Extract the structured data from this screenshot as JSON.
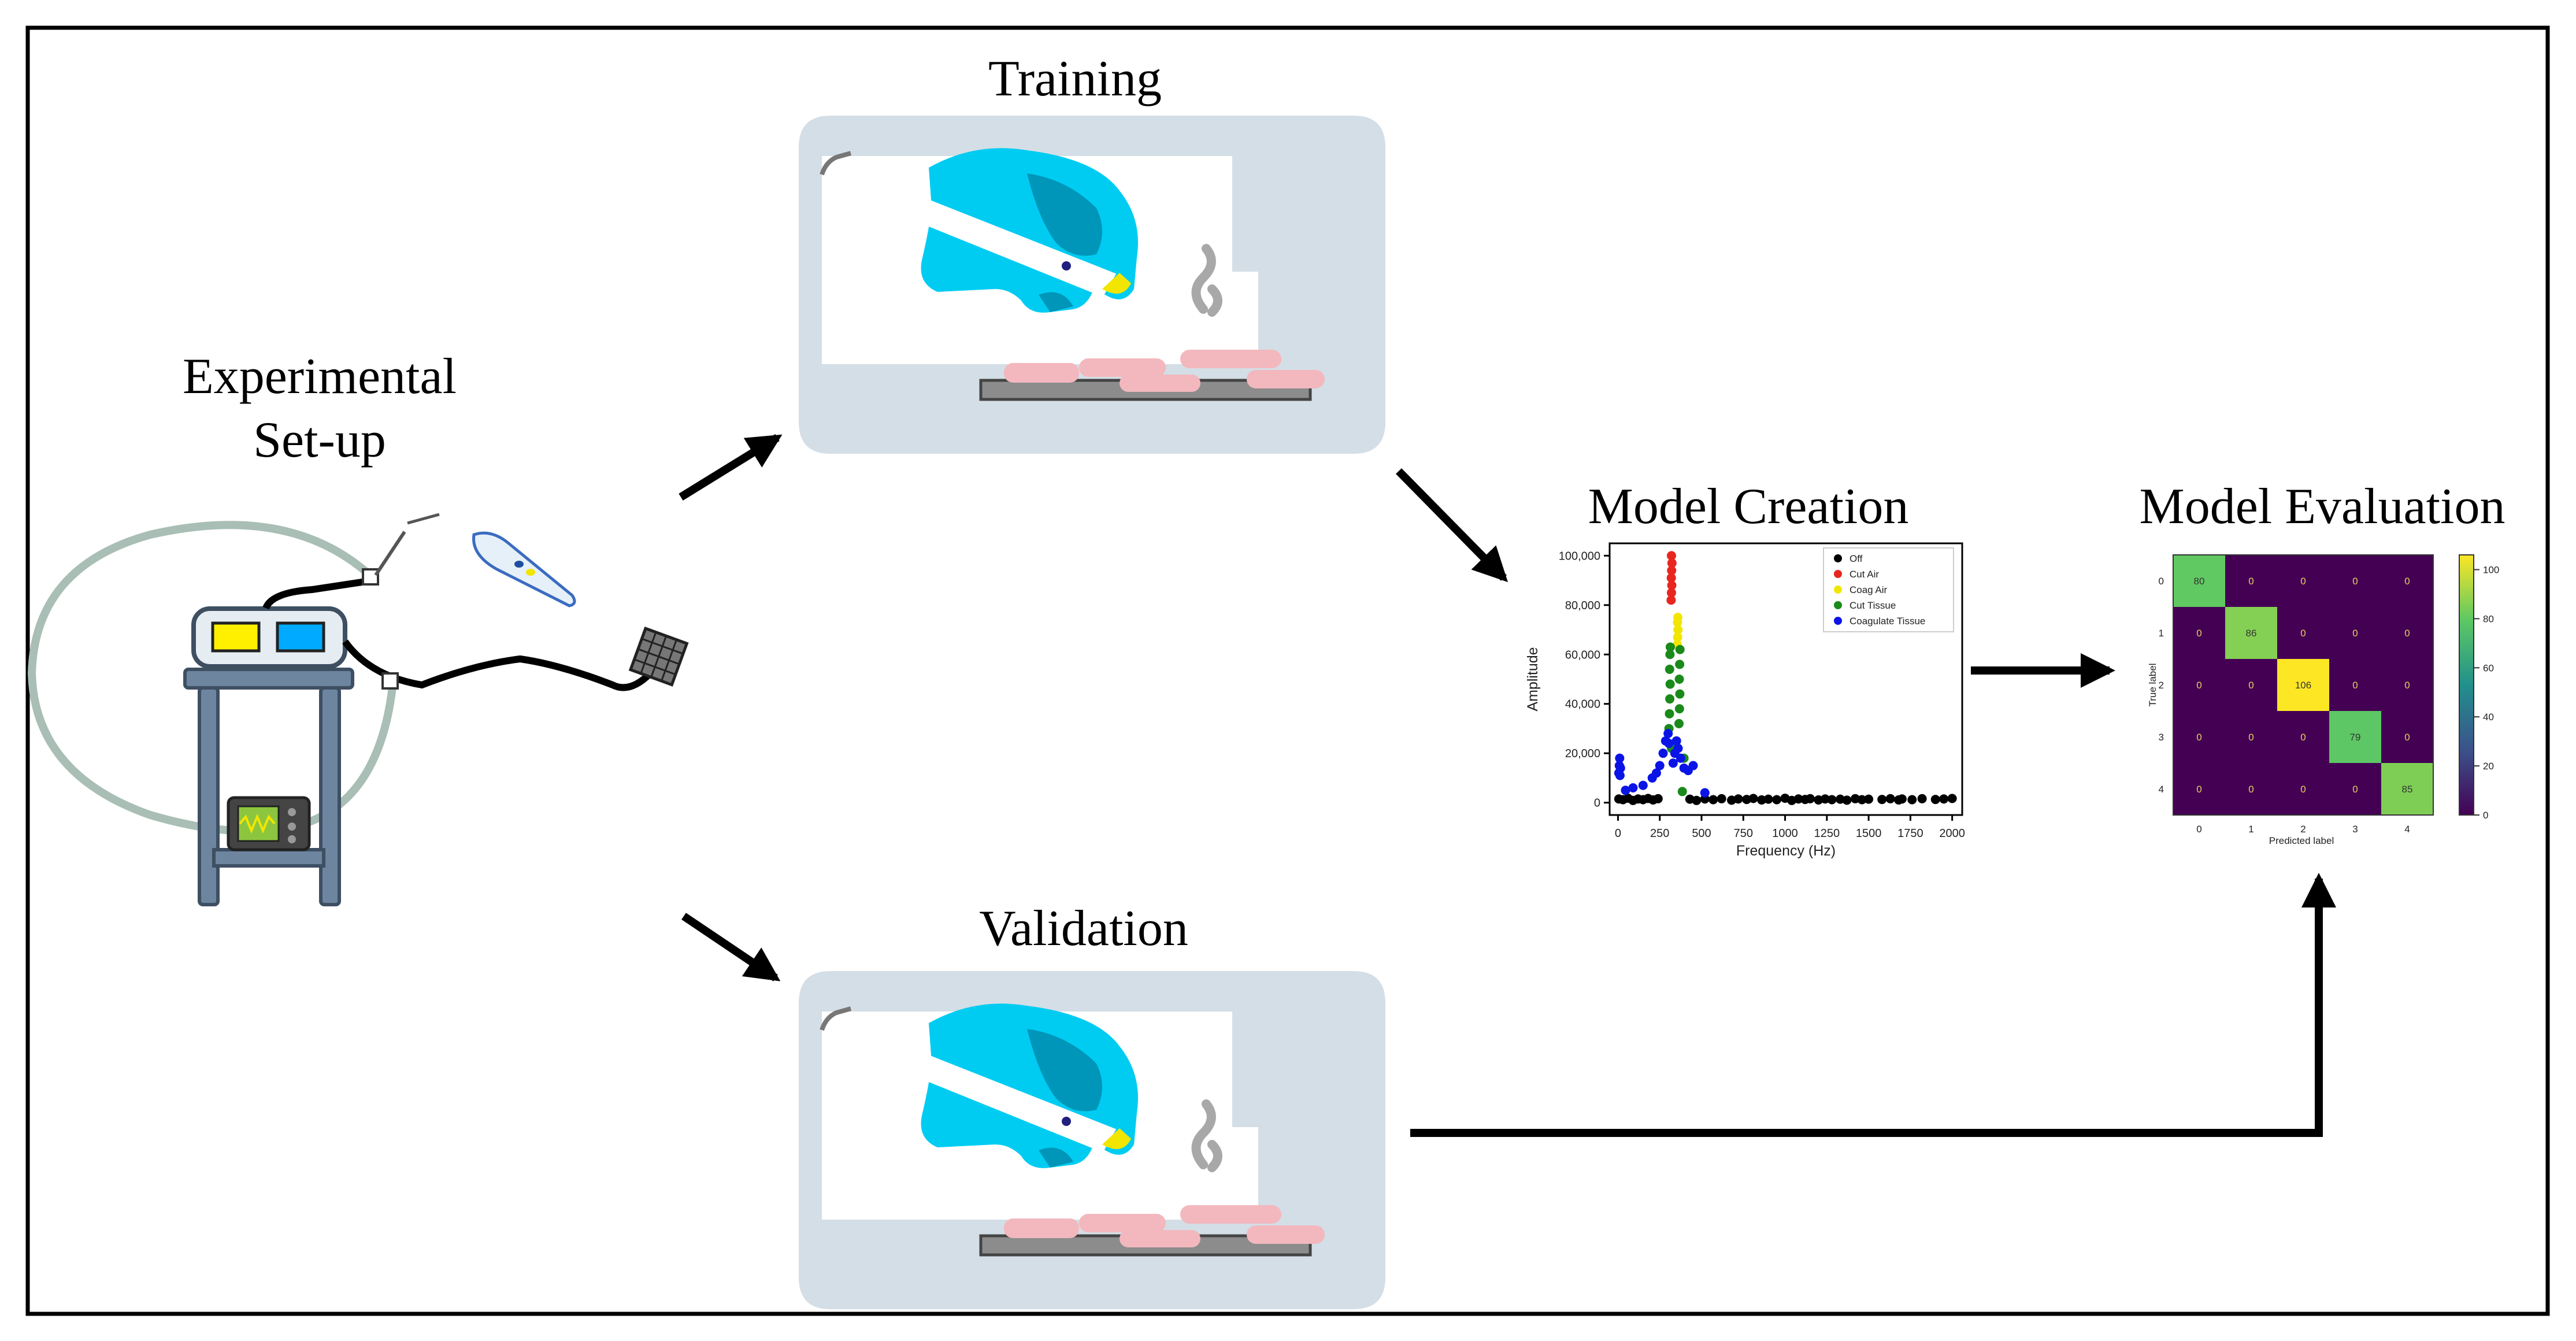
{
  "titles": {
    "setup_line1": "Experimental",
    "setup_line2": "Set-up",
    "training": "Training",
    "validation": "Validation",
    "model_creation": "Model Creation",
    "model_evaluation": "Model Evaluation"
  },
  "colors": {
    "glove": "#00CCF2",
    "glove_shade": "#0096B9",
    "tissue": "#F2B8BE",
    "panel": "#D4DEE6",
    "cable": "#A9BEB5",
    "generator_yellow": "#FFF000",
    "generator_blue": "#00AAFF",
    "stand": "#6E85A0"
  },
  "chart_data": [
    {
      "type": "scatter",
      "xlabel": "Frequency (Hz)",
      "ylabel": "Amplitude",
      "xlim": [
        -50,
        2060
      ],
      "ylim": [
        -5000,
        105000
      ],
      "xticks": [
        "0",
        "250",
        "500",
        "750",
        "1000",
        "1250",
        "1500",
        "1750",
        "2000"
      ],
      "yticks": [
        "0",
        "20,000",
        "40,000",
        "60,000",
        "80,000",
        "100,000"
      ],
      "legend_position": "top-right",
      "series": [
        {
          "name": "Off",
          "color": "#000000",
          "points": [
            [
              5,
              1500
            ],
            [
              30,
              1200
            ],
            [
              60,
              1800
            ],
            [
              90,
              900
            ],
            [
              120,
              1500
            ],
            [
              150,
              1200
            ],
            [
              180,
              1700
            ],
            [
              210,
              1100
            ],
            [
              240,
              1600
            ],
            [
              430,
              1400
            ],
            [
              470,
              900
            ],
            [
              520,
              1500
            ],
            [
              570,
              1200
            ],
            [
              620,
              1600
            ],
            [
              680,
              1000
            ],
            [
              720,
              1500
            ],
            [
              770,
              1300
            ],
            [
              810,
              1700
            ],
            [
              860,
              1100
            ],
            [
              900,
              1400
            ],
            [
              950,
              1200
            ],
            [
              1000,
              1800
            ],
            [
              1040,
              900
            ],
            [
              1080,
              1500
            ],
            [
              1120,
              1300
            ],
            [
              1150,
              1600
            ],
            [
              1200,
              1100
            ],
            [
              1240,
              1500
            ],
            [
              1280,
              1200
            ],
            [
              1330,
              1400
            ],
            [
              1370,
              1000
            ],
            [
              1420,
              1600
            ],
            [
              1460,
              1200
            ],
            [
              1500,
              1400
            ],
            [
              1580,
              1300
            ],
            [
              1630,
              1600
            ],
            [
              1680,
              1100
            ],
            [
              1700,
              1500
            ],
            [
              1760,
              1200
            ],
            [
              1820,
              1600
            ],
            [
              1900,
              1300
            ],
            [
              1950,
              1500
            ],
            [
              2000,
              1700
            ]
          ]
        },
        {
          "name": "Cut Air",
          "color": "#E8261E",
          "points": [
            [
              318,
              82000
            ],
            [
              320,
              85000
            ],
            [
              322,
              88000
            ],
            [
              319,
              91000
            ],
            [
              321,
              94000
            ],
            [
              323,
              97000
            ],
            [
              320,
              100000
            ]
          ]
        },
        {
          "name": "Coag Air",
          "color": "#F2E600",
          "points": [
            [
              355,
              64000
            ],
            [
              357,
              67000
            ],
            [
              359,
              70000
            ],
            [
              356,
              73000
            ],
            [
              358,
              75000
            ]
          ]
        },
        {
          "name": "Cut Tissue",
          "color": "#1A8A1A",
          "points": [
            [
              305,
              30000
            ],
            [
              308,
              36000
            ],
            [
              310,
              42000
            ],
            [
              312,
              48000
            ],
            [
              309,
              54000
            ],
            [
              311,
              60000
            ],
            [
              313,
              63000
            ],
            [
              365,
              32000
            ],
            [
              368,
              38000
            ],
            [
              370,
              44000
            ],
            [
              367,
              50000
            ],
            [
              369,
              56000
            ],
            [
              371,
              62000
            ],
            [
              385,
              4500
            ],
            [
              395,
              18000
            ],
            [
              320,
              22000
            ]
          ]
        },
        {
          "name": "Coagulate Tissue",
          "color": "#0A14E6",
          "points": [
            [
              5,
              12000
            ],
            [
              8,
              15000
            ],
            [
              10,
              18000
            ],
            [
              12,
              11000
            ],
            [
              15,
              14000
            ],
            [
              45,
              5000
            ],
            [
              90,
              6000
            ],
            [
              150,
              7000
            ],
            [
              205,
              10000
            ],
            [
              230,
              12000
            ],
            [
              250,
              15000
            ],
            [
              270,
              20000
            ],
            [
              285,
              25000
            ],
            [
              300,
              28000
            ],
            [
              305,
              24000
            ],
            [
              330,
              16000
            ],
            [
              340,
              20000
            ],
            [
              350,
              25000
            ],
            [
              360,
              22000
            ],
            [
              375,
              18000
            ],
            [
              395,
              14000
            ],
            [
              420,
              13000
            ],
            [
              450,
              15000
            ],
            [
              520,
              4000
            ]
          ]
        }
      ]
    },
    {
      "type": "heatmap",
      "xlabel": "Predicted label",
      "ylabel": "True label",
      "x_categories": [
        "0",
        "1",
        "2",
        "3",
        "4"
      ],
      "y_categories": [
        "0",
        "1",
        "2",
        "3",
        "4"
      ],
      "values": [
        [
          80,
          0,
          0,
          0,
          0
        ],
        [
          0,
          86,
          0,
          0,
          0
        ],
        [
          0,
          0,
          106,
          0,
          0
        ],
        [
          0,
          0,
          0,
          79,
          0
        ],
        [
          0,
          0,
          0,
          0,
          85
        ]
      ],
      "colorbar_ticks": [
        "0",
        "20",
        "40",
        "60",
        "80",
        "100"
      ],
      "colorbar_range": [
        0,
        106
      ],
      "colormap": "viridis"
    }
  ]
}
